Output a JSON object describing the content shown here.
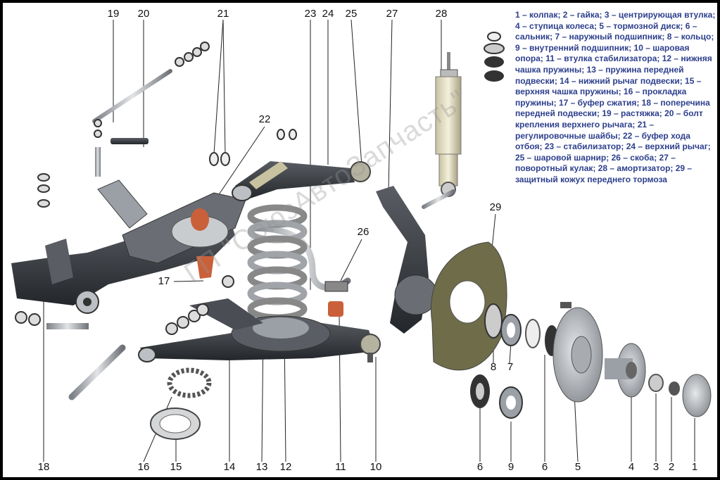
{
  "legend": "1 – колпак; 2 – гайка; 3 – центрирующая втулка; 4 – ступица колеса; 5 – тормозной диск; 6 – сальник; 7 – наружный подшипник; 8 – кольцо; 9 – внутренний подшипник; 10 – шаровая опора; 11 – втулка стабилизатора; 12 – нижняя чашка пружины; 13 – пружина передней подвески; 14 – нижний рычаг подвески; 15 – верхняя чашка пружины; 16 – прокладка пружины; 17 – буфер сжатия; 18 – поперечина передней подвески; 19 – растяжка; 20 – болт крепления верхнего рычага; 21 – регулировочные шайбы; 22 – буфер хода отбоя; 23 – стабилизатор; 24 – верхний рычаг; 25 – шаровой шарнир; 26 – скоба; 27 – поворотный кулак; 28 – амортизатор; 29 – защитный кожух переднего тормоза",
  "watermark": "ГП \"СоюзАвтоЗапчасть\"",
  "callouts": {
    "c19": "19",
    "c20": "20",
    "c21": "21",
    "c22": "22",
    "c23": "23",
    "c24": "24",
    "c25": "25",
    "c27": "27",
    "c28": "28",
    "c29": "29",
    "c26": "26",
    "c17": "17",
    "c8": "8",
    "c7": "7",
    "c18": "18",
    "c16": "16",
    "c15": "15",
    "c14": "14",
    "c13": "13",
    "c12": "12",
    "c11": "11",
    "c10": "10",
    "c6a": "6",
    "c9": "9",
    "c6b": "6",
    "c5": "5",
    "c4": "4",
    "c3": "3",
    "c2": "2",
    "c1": "1"
  },
  "colors": {
    "steel": "#b8bcc0",
    "dark": "#3a3d42",
    "label": "#2c3f8c",
    "buffer": "#c9603a"
  }
}
